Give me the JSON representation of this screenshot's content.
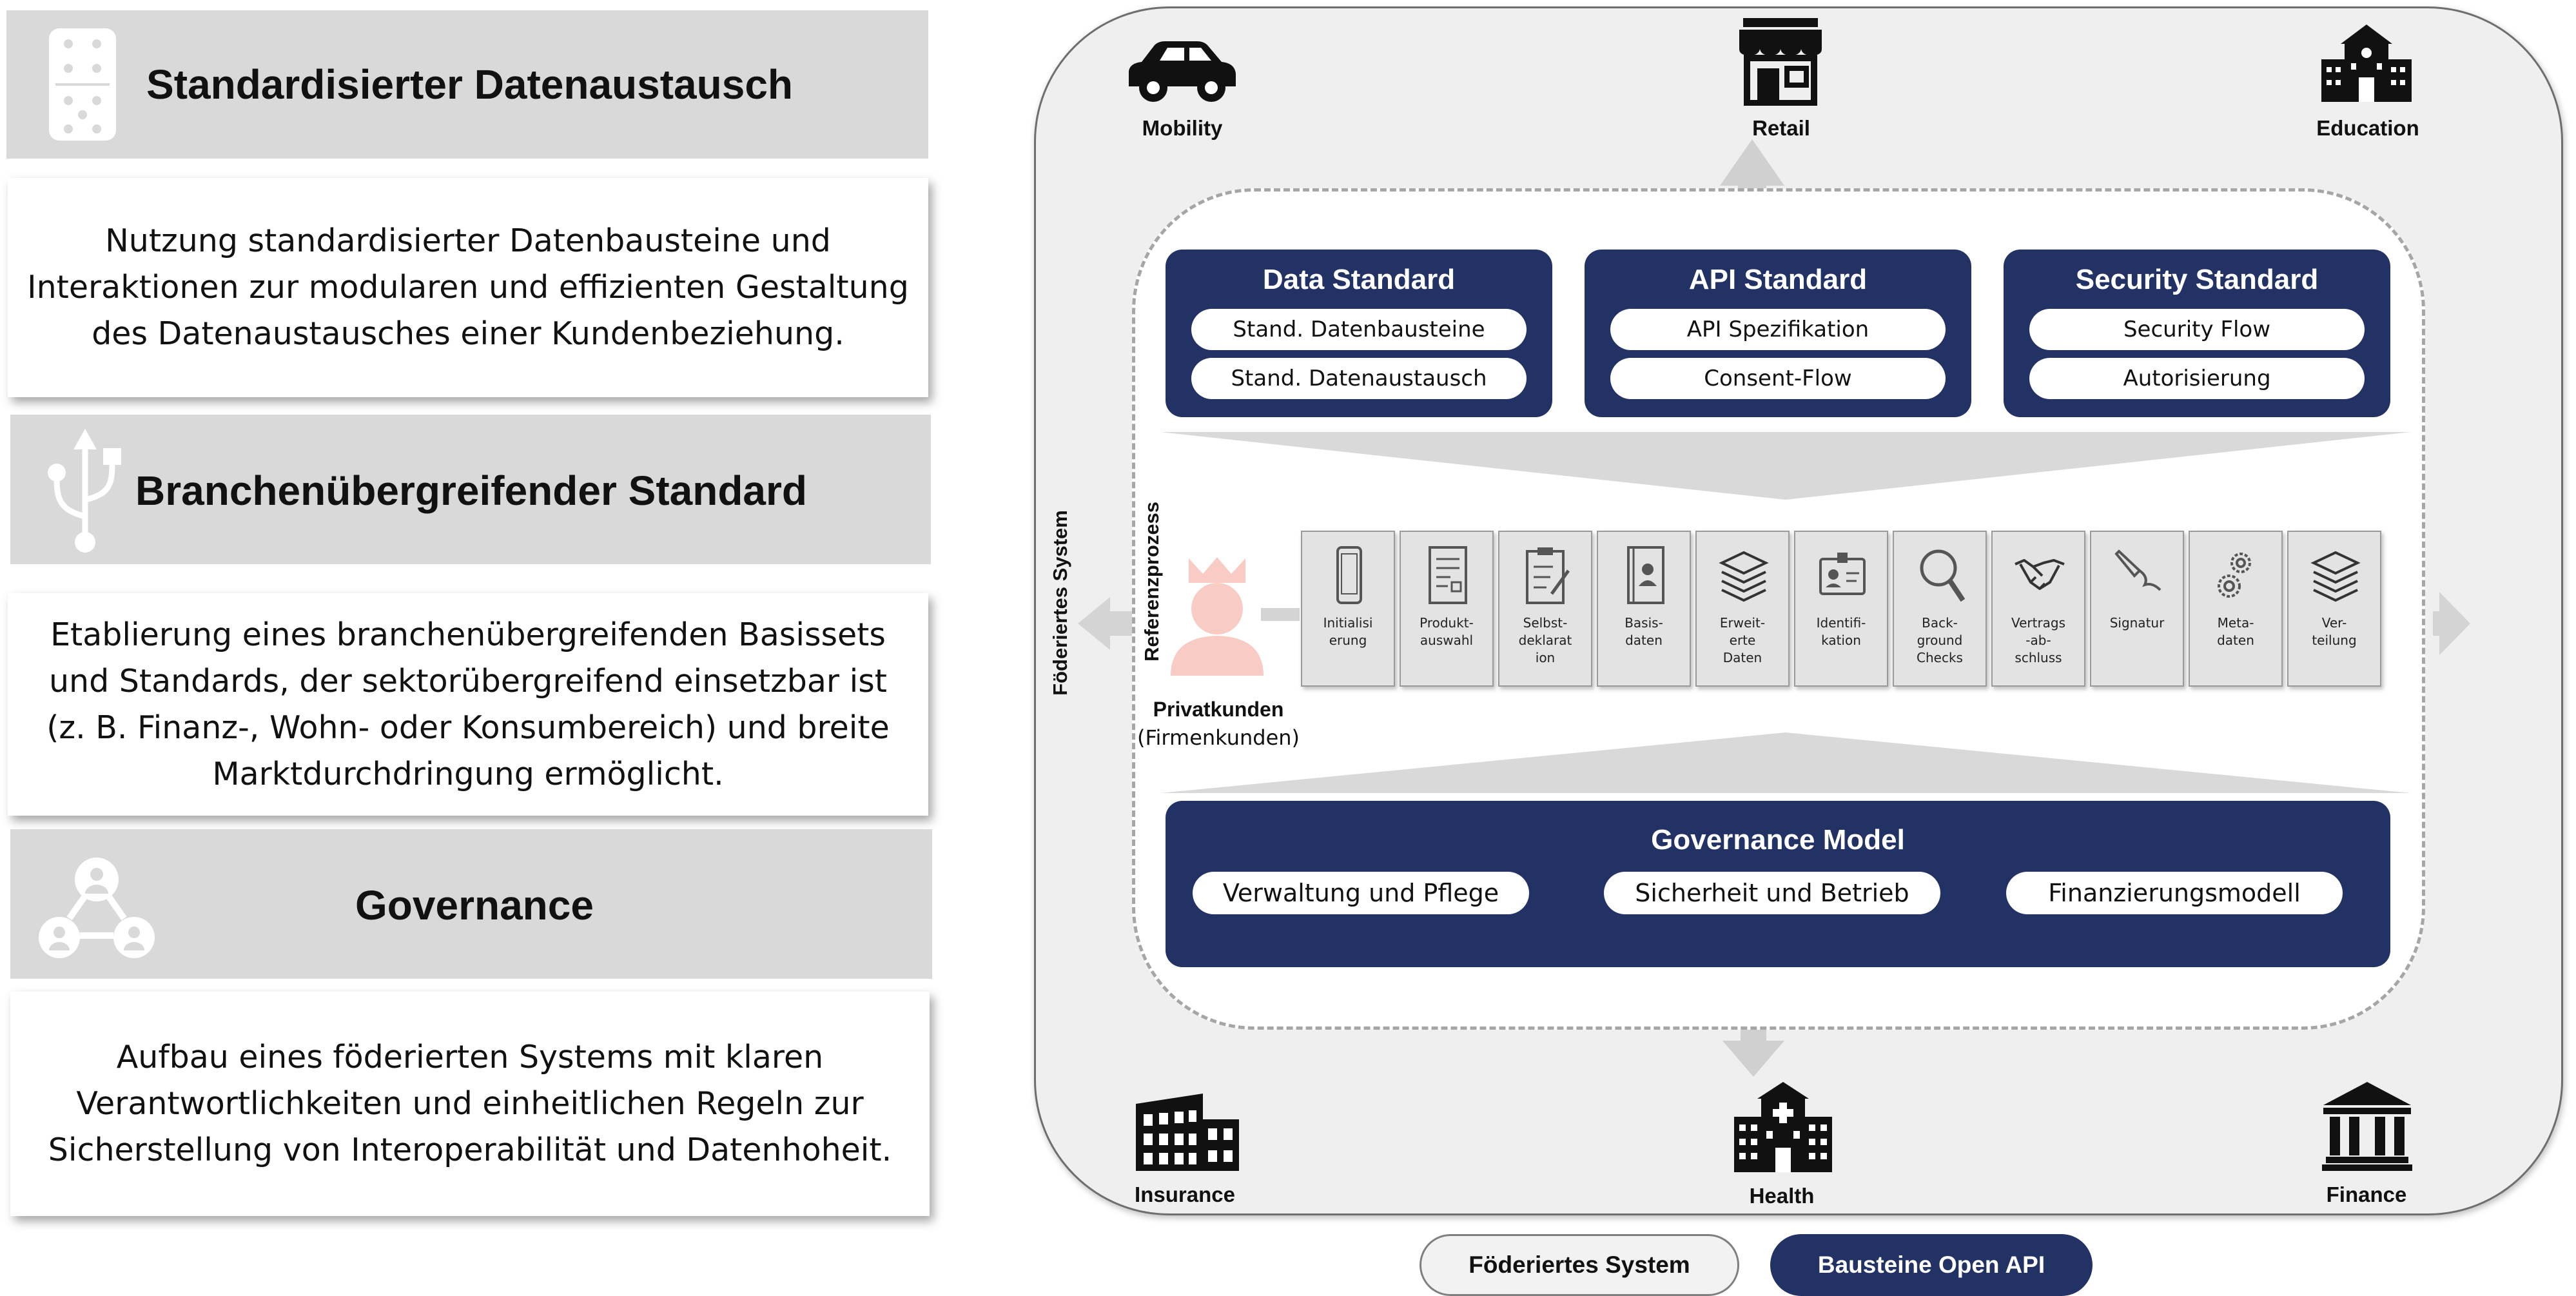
{
  "left_panel": {
    "sections": [
      {
        "title": "Standardisierter Datenaustausch",
        "icon": "domino-icon",
        "description": "Nutzung standardisierter Datenbausteine und\nInteraktionen zur modularen und effizienten Gestaltung\ndes Datenaustausches einer Kundenbeziehung."
      },
      {
        "title": "Branchenübergreifender Standard",
        "icon": "usb-icon",
        "description": "Etablierung eines branchenübergreifenden Basissets\nund Standards, der sektorübergreifend einsetzbar ist\n(z. B. Finanz-, Wohn- oder Konsumbereich) und breite\nMarktdurchdringung ermöglicht."
      },
      {
        "title": "Governance",
        "icon": "network-people-icon",
        "description": "Aufbau eines föderierten Systems mit klaren\nVerantwortlichkeiten und einheitlichen Regeln zur\nSicherstellung von Interoperabilität und Datenhoheit."
      }
    ]
  },
  "diagram": {
    "sectors_top": [
      {
        "label": "Mobility",
        "icon": "car-icon"
      },
      {
        "label": "Retail",
        "icon": "shop-icon"
      },
      {
        "label": "Education",
        "icon": "school-icon"
      }
    ],
    "sectors_bottom": [
      {
        "label": "Insurance",
        "icon": "factory-icon"
      },
      {
        "label": "Health",
        "icon": "hospital-icon"
      },
      {
        "label": "Finance",
        "icon": "bank-icon"
      }
    ],
    "side_label": "Föderiertes System",
    "standards": [
      {
        "title": "Data Standard",
        "items": [
          "Stand. Datenbausteine",
          "Stand. Datenaustausch"
        ]
      },
      {
        "title": "API Standard",
        "items": [
          "API Spezifikation",
          "Consent-Flow"
        ]
      },
      {
        "title": "Security Standard",
        "items": [
          "Security Flow",
          "Autorisierung"
        ]
      }
    ],
    "process": {
      "label": "Referenzprozess",
      "customer_primary": "Privatkunden",
      "customer_secondary": "(Firmenkunden)",
      "steps": [
        {
          "label": "Initialisi\nerung",
          "icon": "phone-icon"
        },
        {
          "label": "Produkt-\nauswahl",
          "icon": "form-icon"
        },
        {
          "label": "Selbst-\ndeklarat\nion",
          "icon": "clipboard-icon"
        },
        {
          "label": "Basis-\ndaten",
          "icon": "contact-book-icon"
        },
        {
          "label": "Erweit-\nerte\nDaten",
          "icon": "stack-icon"
        },
        {
          "label": "Identifi-\nkation",
          "icon": "id-badge-icon"
        },
        {
          "label": "Back-\nground\nChecks",
          "icon": "magnifier-icon"
        },
        {
          "label": "Vertrags\n-ab-\nschluss",
          "icon": "handshake-icon"
        },
        {
          "label": "Signatur",
          "icon": "pen-icon"
        },
        {
          "label": "Meta-\ndaten",
          "icon": "gears-icon"
        },
        {
          "label": "Ver-\nteilung",
          "icon": "stack-icon"
        }
      ]
    },
    "governance": {
      "title": "Governance Model",
      "items": [
        "Verwaltung und Pflege",
        "Sicherheit und Betrieb",
        "Finanzierungsmodell"
      ]
    }
  },
  "legend": {
    "light": "Föderiertes System",
    "dark": "Bausteine Open API"
  },
  "colors": {
    "navy": "#233264",
    "header_gray": "#d9d9d9",
    "outer_gray": "#efefef",
    "person_pink": "#f8cbc5"
  }
}
